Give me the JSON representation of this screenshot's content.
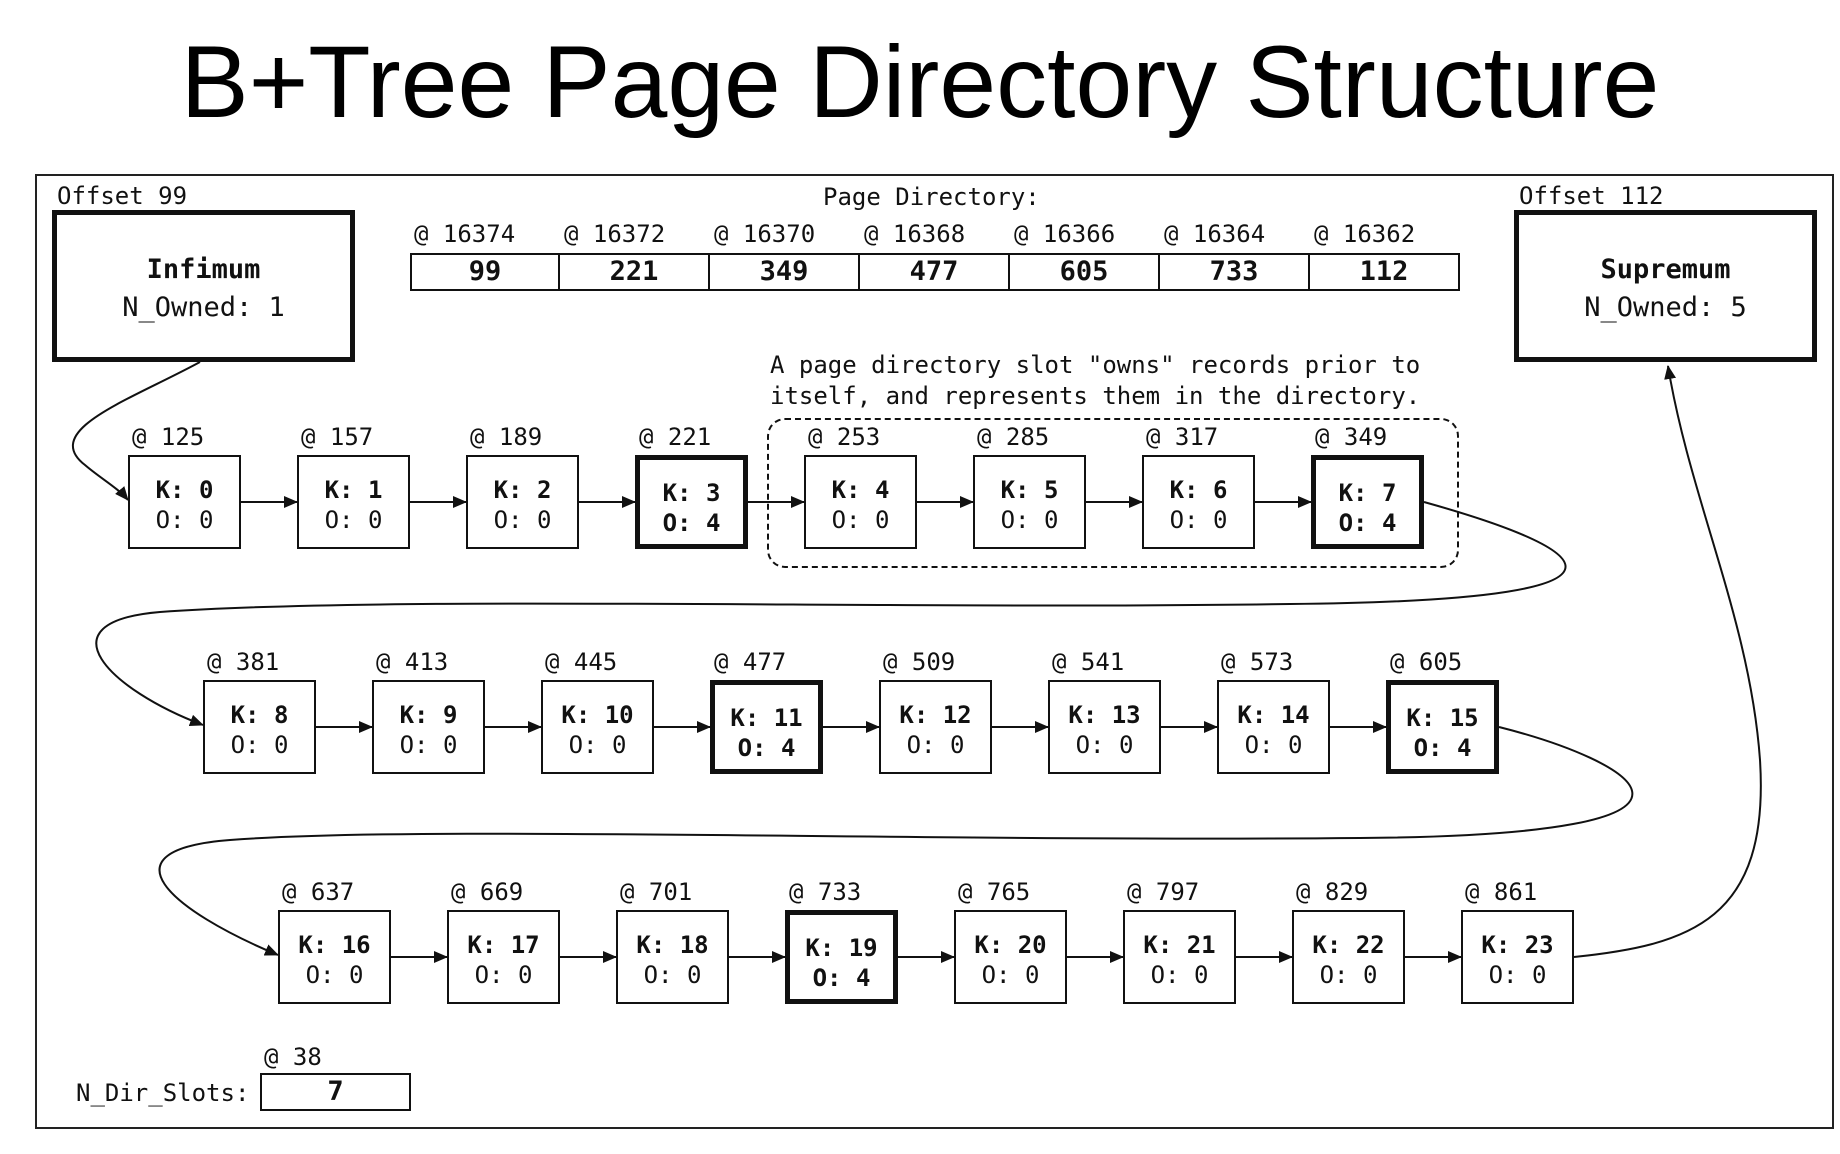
{
  "title": "B+Tree Page Directory Structure",
  "infimum": {
    "offset_label": "Offset 99",
    "name": "Infimum",
    "owned": "N_Owned: 1"
  },
  "supremum": {
    "offset_label": "Offset 112",
    "name": "Supremum",
    "owned": "N_Owned: 5"
  },
  "page_directory": {
    "label": "Page Directory:",
    "slots": [
      {
        "addr": "@ 16374",
        "value": "99"
      },
      {
        "addr": "@ 16372",
        "value": "221"
      },
      {
        "addr": "@ 16370",
        "value": "349"
      },
      {
        "addr": "@ 16368",
        "value": "477"
      },
      {
        "addr": "@ 16366",
        "value": "605"
      },
      {
        "addr": "@ 16364",
        "value": "733"
      },
      {
        "addr": "@ 16362",
        "value": "112"
      }
    ]
  },
  "note": "A page directory slot \"owns\" records prior to\nitself, and represents them in the directory.",
  "records": [
    {
      "addr": "@ 125",
      "key": "K: 0",
      "owned": "O: 0",
      "owner": false
    },
    {
      "addr": "@ 157",
      "key": "K: 1",
      "owned": "O: 0",
      "owner": false
    },
    {
      "addr": "@ 189",
      "key": "K: 2",
      "owned": "O: 0",
      "owner": false
    },
    {
      "addr": "@ 221",
      "key": "K: 3",
      "owned": "O: 4",
      "owner": true
    },
    {
      "addr": "@ 253",
      "key": "K: 4",
      "owned": "O: 0",
      "owner": false
    },
    {
      "addr": "@ 285",
      "key": "K: 5",
      "owned": "O: 0",
      "owner": false
    },
    {
      "addr": "@ 317",
      "key": "K: 6",
      "owned": "O: 0",
      "owner": false
    },
    {
      "addr": "@ 349",
      "key": "K: 7",
      "owned": "O: 4",
      "owner": true
    },
    {
      "addr": "@ 381",
      "key": "K: 8",
      "owned": "O: 0",
      "owner": false
    },
    {
      "addr": "@ 413",
      "key": "K: 9",
      "owned": "O: 0",
      "owner": false
    },
    {
      "addr": "@ 445",
      "key": "K: 10",
      "owned": "O: 0",
      "owner": false
    },
    {
      "addr": "@ 477",
      "key": "K: 11",
      "owned": "O: 4",
      "owner": true
    },
    {
      "addr": "@ 509",
      "key": "K: 12",
      "owned": "O: 0",
      "owner": false
    },
    {
      "addr": "@ 541",
      "key": "K: 13",
      "owned": "O: 0",
      "owner": false
    },
    {
      "addr": "@ 573",
      "key": "K: 14",
      "owned": "O: 0",
      "owner": false
    },
    {
      "addr": "@ 605",
      "key": "K: 15",
      "owned": "O: 4",
      "owner": true
    },
    {
      "addr": "@ 637",
      "key": "K: 16",
      "owned": "O: 0",
      "owner": false
    },
    {
      "addr": "@ 669",
      "key": "K: 17",
      "owned": "O: 0",
      "owner": false
    },
    {
      "addr": "@ 701",
      "key": "K: 18",
      "owned": "O: 0",
      "owner": false
    },
    {
      "addr": "@ 733",
      "key": "K: 19",
      "owned": "O: 4",
      "owner": true
    },
    {
      "addr": "@ 765",
      "key": "K: 20",
      "owned": "O: 0",
      "owner": false
    },
    {
      "addr": "@ 797",
      "key": "K: 21",
      "owned": "O: 0",
      "owner": false
    },
    {
      "addr": "@ 829",
      "key": "K: 22",
      "owned": "O: 0",
      "owner": false
    },
    {
      "addr": "@ 861",
      "key": "K: 23",
      "owned": "O: 0",
      "owner": false
    }
  ],
  "n_dir_slots": {
    "label": "N_Dir_Slots:",
    "addr": "@ 38",
    "value": "7"
  }
}
